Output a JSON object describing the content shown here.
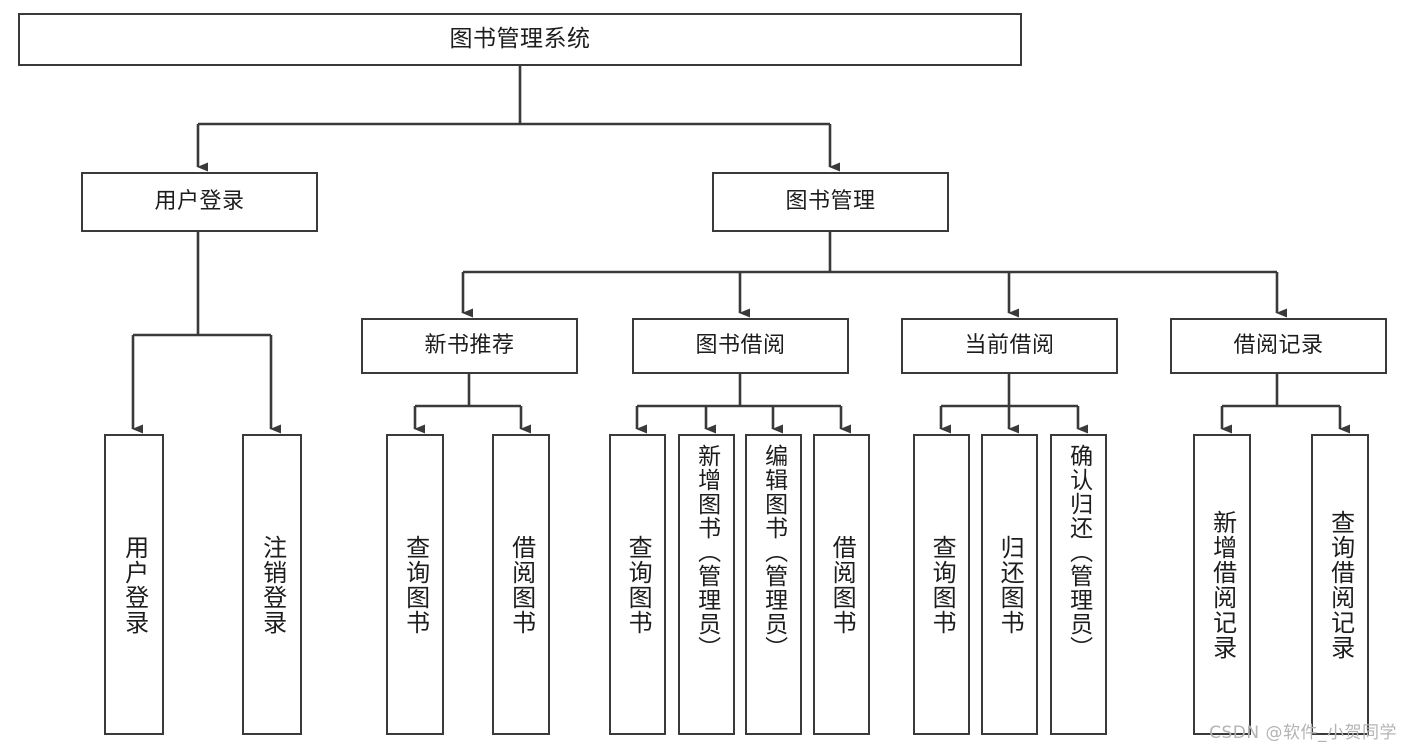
{
  "diagram": {
    "title": "图书管理系统",
    "watermark": "CSDN @软件_小贺同学",
    "colors": {
      "stroke": "#3a3a3a",
      "text": "#1d1d1d",
      "background": "#ffffff",
      "watermark": "#b4b4b4"
    },
    "nodes": {
      "root": {
        "label": "图书管理系统"
      },
      "level1": [
        {
          "key": "user_login",
          "label": "用户登录"
        },
        {
          "key": "book_manage",
          "label": "图书管理"
        }
      ],
      "level2": [
        {
          "key": "new_book_rec",
          "label": "新书推荐"
        },
        {
          "key": "book_borrow",
          "label": "图书借阅"
        },
        {
          "key": "current_borrow",
          "label": "当前借阅"
        },
        {
          "key": "borrow_record",
          "label": "借阅记录"
        }
      ],
      "leaves": {
        "user_login": [
          {
            "key": "leaf_user_login",
            "label": "用户登录"
          },
          {
            "key": "leaf_user_logout",
            "label": "注销登录"
          }
        ],
        "new_book_rec": [
          {
            "key": "leaf_query_book_1",
            "label": "查询图书"
          },
          {
            "key": "leaf_borrow_book_1",
            "label": "借阅图书"
          }
        ],
        "book_borrow": [
          {
            "key": "leaf_query_book_2",
            "label": "查询图书"
          },
          {
            "key": "leaf_add_book",
            "label": "新增图书（管理员）"
          },
          {
            "key": "leaf_edit_book",
            "label": "编辑图书（管理员）"
          },
          {
            "key": "leaf_borrow_book_2",
            "label": "借阅图书"
          }
        ],
        "current_borrow": [
          {
            "key": "leaf_query_book_3",
            "label": "查询图书"
          },
          {
            "key": "leaf_return_book",
            "label": "归还图书"
          },
          {
            "key": "leaf_confirm_return",
            "label": "确认归还（管理员）"
          }
        ],
        "borrow_record": [
          {
            "key": "leaf_add_record",
            "label": "新增借阅记录"
          },
          {
            "key": "leaf_query_record",
            "label": "查询借阅记录"
          }
        ]
      }
    }
  }
}
